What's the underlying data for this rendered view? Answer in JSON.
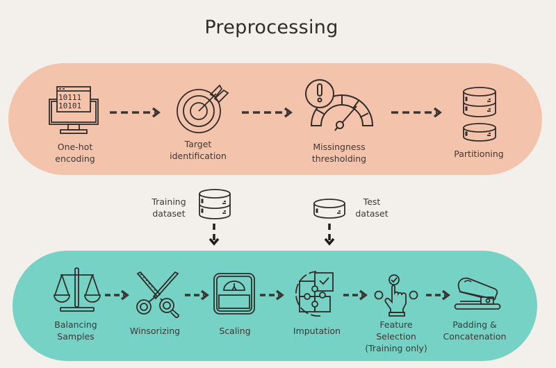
{
  "title": "Preprocessing",
  "colors": {
    "background": "#f3f0ec",
    "top_band": "#f3c3ab",
    "bottom_band": "#75d2c5",
    "ink": "#2f2b29"
  },
  "top_steps": [
    {
      "icon": "computer-binary-icon",
      "label_lines": [
        "One-hot",
        "encoding"
      ]
    },
    {
      "icon": "target-icon",
      "label_lines": [
        "Target",
        "identification"
      ]
    },
    {
      "icon": "gauge-warning-icon",
      "label_lines": [
        "Missingness",
        "thresholding"
      ]
    },
    {
      "icon": "database-partition-icon",
      "label_lines": [
        "Partitioning"
      ]
    }
  ],
  "datasets": [
    {
      "icon": "database-icon",
      "label_lines": [
        "Training",
        "dataset"
      ]
    },
    {
      "icon": "database-icon",
      "label_lines": [
        "Test",
        "dataset"
      ]
    }
  ],
  "bottom_steps": [
    {
      "icon": "balance-scale-icon",
      "label_lines": [
        "Balancing",
        "Samples"
      ]
    },
    {
      "icon": "scissors-icon",
      "label_lines": [
        "Winsorizing"
      ]
    },
    {
      "icon": "weighing-scale-icon",
      "label_lines": [
        "Scaling"
      ]
    },
    {
      "icon": "puzzle-icon",
      "label_lines": [
        "Imputation"
      ]
    },
    {
      "icon": "hand-select-icon",
      "label_lines": [
        "Feature",
        "Selection",
        "(Training only)"
      ]
    },
    {
      "icon": "stapler-icon",
      "label_lines": [
        "Padding &",
        "Concatenation"
      ]
    }
  ]
}
